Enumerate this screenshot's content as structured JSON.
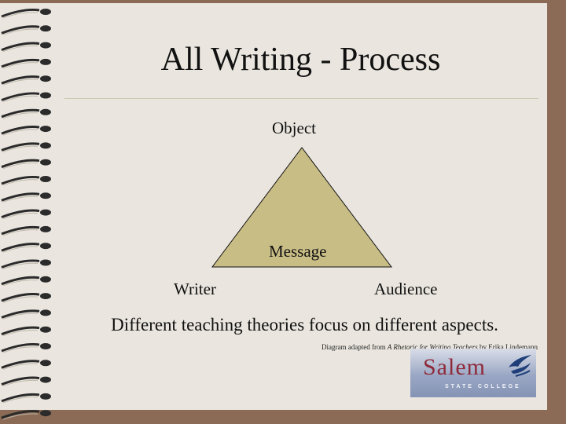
{
  "slide": {
    "title": "All Writing - Process",
    "diagram": {
      "apex_label": "Object",
      "center_label": "Message",
      "left_label": "Writer",
      "right_label": "Audience",
      "fill_color": "#c9bd86"
    },
    "caption": "Different teaching theories focus on different aspects.",
    "credit": {
      "prefix": "Diagram adapted from ",
      "book": "A Rhetoric for Writing Teachers",
      "suffix": " by Erika Lindemann"
    },
    "logo": {
      "name": "Salem",
      "subtitle": "STATE COLLEGE",
      "icon": "bird-wave-icon"
    }
  },
  "colors": {
    "background": "#8b6b55",
    "paper": "#eae6df",
    "logo_text": "#8f2a3a"
  }
}
